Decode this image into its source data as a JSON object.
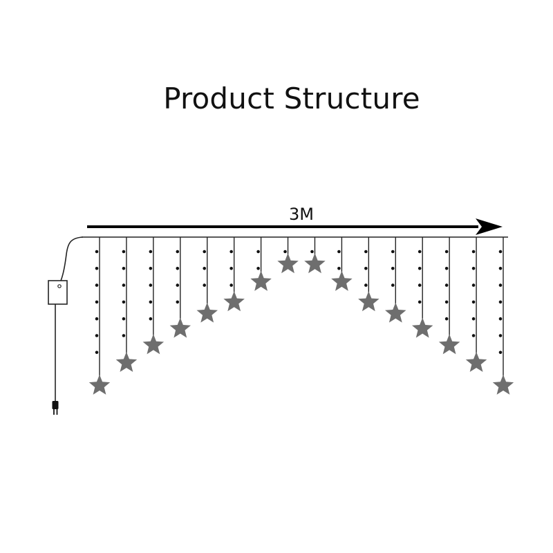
{
  "title": "Product Structure",
  "length_label": "3M",
  "colors": {
    "wire": "#222222",
    "bead": "#111111",
    "star": "#6e6e6e",
    "arrow": "#000000"
  },
  "strands": [
    {
      "beads": 7,
      "star_level": 1.0
    },
    {
      "beads": 6,
      "star_level": 0.82
    },
    {
      "beads": 5,
      "star_level": 0.68
    },
    {
      "beads": 4,
      "star_level": 0.55
    },
    {
      "beads": 3,
      "star_level": 0.43
    },
    {
      "beads": 3,
      "star_level": 0.34
    },
    {
      "beads": 2,
      "star_level": 0.18
    },
    {
      "beads": 1,
      "star_level": 0.04
    },
    {
      "beads": 1,
      "star_level": 0.04
    },
    {
      "beads": 2,
      "star_level": 0.18
    },
    {
      "beads": 3,
      "star_level": 0.34
    },
    {
      "beads": 3,
      "star_level": 0.43
    },
    {
      "beads": 4,
      "star_level": 0.55
    },
    {
      "beads": 5,
      "star_level": 0.68
    },
    {
      "beads": 6,
      "star_level": 0.82
    },
    {
      "beads": 7,
      "star_level": 1.0
    }
  ]
}
